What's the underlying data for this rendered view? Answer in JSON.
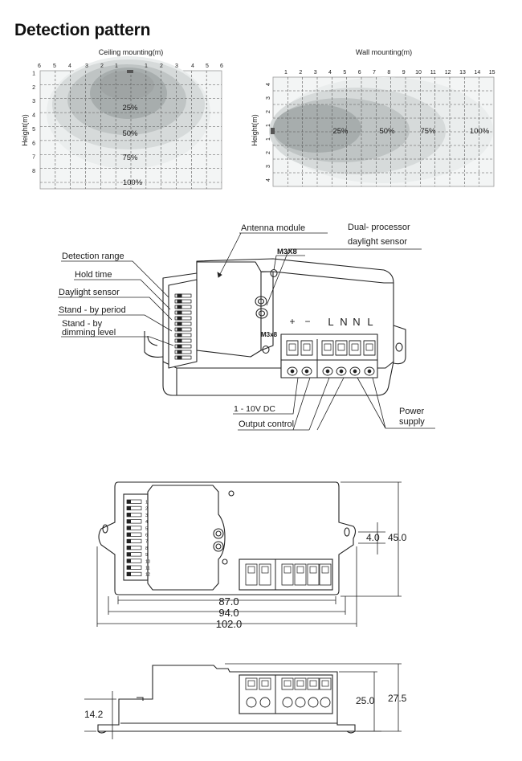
{
  "page": {
    "title": "Detection pattern"
  },
  "ceiling": {
    "caption": "Ceiling mounting(m)",
    "top_ticks": [
      "6",
      "5",
      "4",
      "3",
      "2",
      "1",
      "1",
      "2",
      "3",
      "4",
      "5",
      "6"
    ],
    "side_ticks": [
      "1",
      "2",
      "3",
      "4",
      "5",
      "6",
      "7",
      "8"
    ],
    "ylabel": "Height(m)",
    "pcts": [
      "25%",
      "50%",
      "75%",
      "100%"
    ]
  },
  "wall": {
    "caption": "Wall mounting(m)",
    "top_ticks": [
      "1",
      "2",
      "3",
      "4",
      "5",
      "6",
      "7",
      "8",
      "9",
      "10",
      "11",
      "12",
      "13",
      "14",
      "15"
    ],
    "side_ticks": [
      "4",
      "3",
      "2",
      "1",
      "1",
      "2",
      "3",
      "4"
    ],
    "ylabel": "Height(m)",
    "pcts": [
      "25%",
      "50%",
      "75%",
      "100%"
    ]
  },
  "labels": {
    "antenna": "Antenna module",
    "dual1": "Dual- processor",
    "dual2": "daylight sensor",
    "m3x8_top": "M3X8",
    "m3x8_side": "M3x8",
    "detection_range": "Detection range",
    "hold_time": "Hold time",
    "daylight_sensor": "Daylight sensor",
    "standby_period": "Stand - by period",
    "standby_dim1": "Stand - by",
    "standby_dim2": "dimming level",
    "dc": "1 - 10V DC",
    "output_control": "Output control",
    "power1": "Power",
    "power2": "supply",
    "term_plus": "+",
    "term_minus": "−",
    "term_L1": "L",
    "term_N1": "N",
    "term_N2": "N",
    "term_L2": "L"
  },
  "dims": {
    "d87": "87.0",
    "d94": "94.0",
    "d102": "102.0",
    "d4": "4.0",
    "d45": "45.0",
    "d25": "25.0",
    "d27_5": "27.5",
    "d14_2": "14.2"
  },
  "switch_numbers": [
    "1",
    "2",
    "3",
    "4",
    "5",
    "6",
    "7",
    "8",
    "9",
    "10",
    "11",
    "12"
  ],
  "colors": {
    "zone100": "#eaeded",
    "zone75": "#d6dada",
    "zone50": "#bfc4c4",
    "zone25": "#a7adad",
    "line": "#222222"
  }
}
